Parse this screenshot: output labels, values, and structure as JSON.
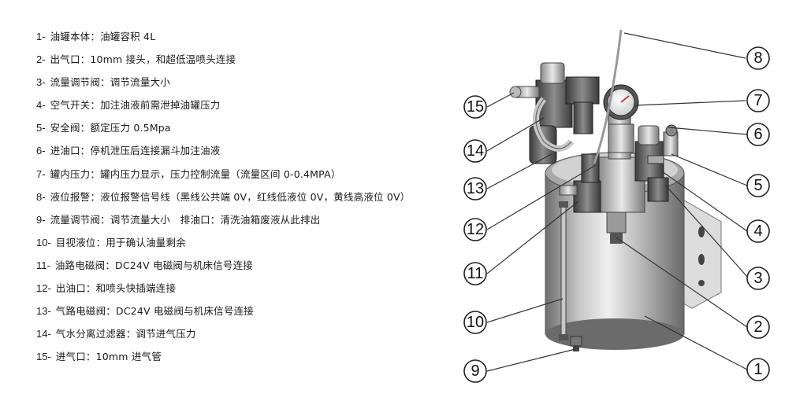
{
  "legend": [
    {
      "num": "1-",
      "text": "油罐本体：油罐容积 4L"
    },
    {
      "num": "2-",
      "text": "出气口：10mm 接头，和超低温喷头连接"
    },
    {
      "num": "3-",
      "text": "流量调节阀：调节流量大小"
    },
    {
      "num": "4-",
      "text": "空气开关：加注油液前需泄掉油罐压力"
    },
    {
      "num": "5-",
      "text": "安全阀：额定压力 0.5Mpa"
    },
    {
      "num": "6-",
      "text": "进油口：停机泄压后连接漏斗加注油液"
    },
    {
      "num": "7-",
      "text": "罐内压力：罐内压力显示，压力控制流量（流量区间 0-0.4MPA）"
    },
    {
      "num": "8-",
      "text": "液位报警：液位报警信号线（黑线公共端 0V，红线低液位 0V，黄线高液位 0V）"
    },
    {
      "num": "9-",
      "text": "流量调节阀：调节流量大小　排油口：清洗油箱废液从此排出"
    },
    {
      "num": "10-",
      "text": "目视液位：用于确认油量剩余"
    },
    {
      "num": "11-",
      "text": "油路电磁阀：DC24V 电磁阀与机床信号连接"
    },
    {
      "num": "12-",
      "text": "出油口：和喷头快插端连接"
    },
    {
      "num": "13-",
      "text": "气路电磁阀：DC24V 电磁阀与机床信号连接"
    },
    {
      "num": "14-",
      "text": "气水分离过滤器：调节进气压力"
    },
    {
      "num": "15-",
      "text": "进气口：10mm 进气管"
    }
  ],
  "callouts": [
    "1",
    "2",
    "3",
    "4",
    "5",
    "6",
    "7",
    "8",
    "9",
    "10",
    "11",
    "12",
    "13",
    "14",
    "15"
  ],
  "colors": {
    "tank_light": "#e6e6e6",
    "tank_dark": "#7c7c7c",
    "line": "#333333"
  }
}
